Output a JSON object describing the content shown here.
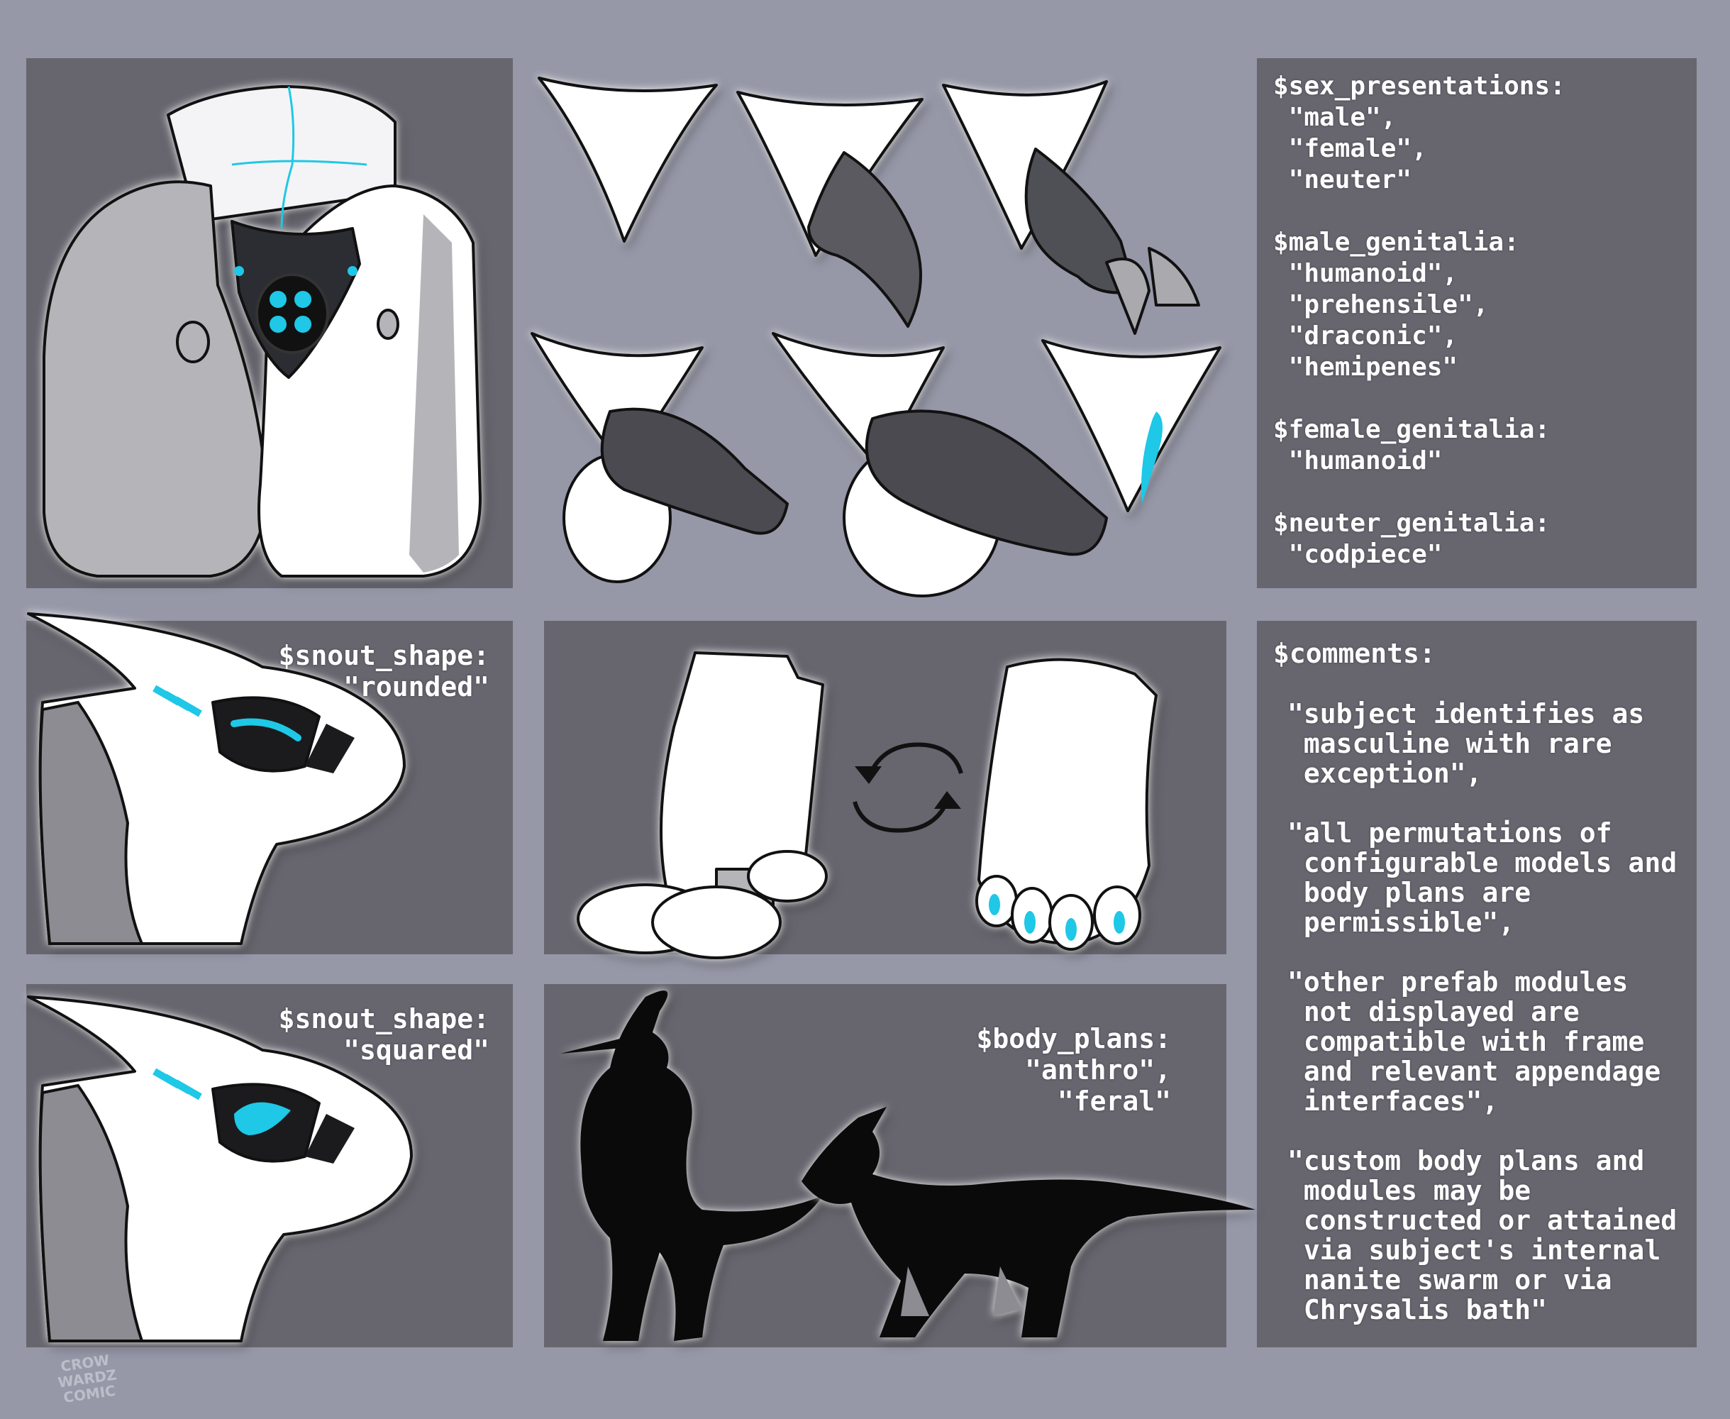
{
  "sex_panel": {
    "lines": [
      "$sex_presentations:",
      " \"male\",",
      " \"female\",",
      " \"neuter\"",
      "",
      "$male_genitalia:",
      " \"humanoid\",",
      " \"prehensile\",",
      " \"draconic\",",
      " \"hemipenes\"",
      "",
      "$female_genitalia:",
      " \"humanoid\"",
      "",
      "$neuter_genitalia:",
      " \"codpiece\""
    ]
  },
  "snout_rounded": {
    "key": "$snout_shape:",
    "value": "\"rounded\""
  },
  "snout_squared": {
    "key": "$snout_shape:",
    "value": "\"squared\""
  },
  "body_plans": {
    "key": "$body_plans:",
    "value1": "\"anthro\",",
    "value2": "\"feral\""
  },
  "comments": {
    "key": "$comments:",
    "items": [
      "\"subject identifies as\n masculine with rare\n exception\",",
      "\"all permutations of\n configurable models and\n body plans are\n permissible\",",
      "\"other prefab modules\n not displayed are\n compatible with frame\n and relevant appendage\n interfaces\",",
      "\"custom body plans and\n modules may be\n constructed or attained\n via subject's internal\n nanite swarm or via\n Chrysalis bath\""
    ]
  },
  "watermark": {
    "text": "CROW WARDZ COMIC"
  },
  "colors": {
    "accent": "#1ec8e6",
    "panel": "#67666f",
    "background": "#9698a8"
  },
  "icons": {
    "rotate": "rotate-arrows-icon"
  }
}
